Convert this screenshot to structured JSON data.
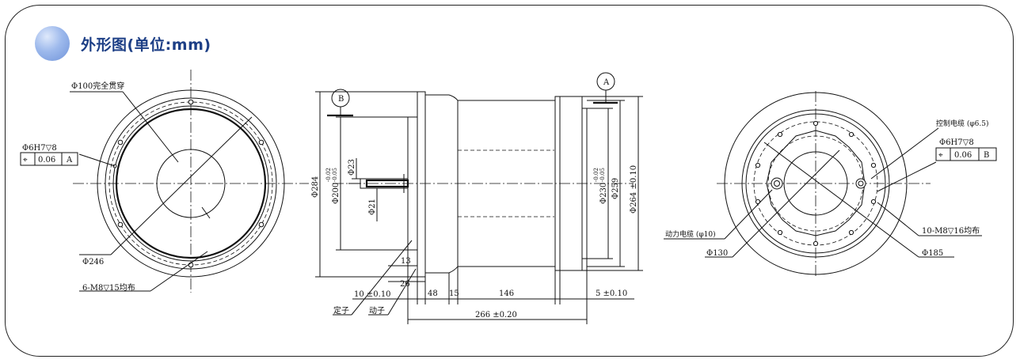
{
  "header": {
    "title": "外形图(单位:mm)",
    "bullet_icon": "blue-sphere-icon"
  },
  "colors": {
    "title": "#1d3f86",
    "bullet": "#7fa2e0",
    "line": "#111111"
  },
  "left_view": {
    "bore_note": "Φ100完全贯穿",
    "dowel_note": "Φ6H7▽8",
    "tolerance_symbol": "⌖",
    "tolerance_value": "0.06",
    "datum": "A",
    "pcd_label": "Φ246",
    "hole_note": "6-M8▽15均布"
  },
  "side_view": {
    "datum_b": "B",
    "datum_a": "A",
    "d_284": "Φ284",
    "d_200": "Φ200",
    "d_200_tol_upper": "-0.02",
    "d_200_tol_lower": "-0.05",
    "d_23": "Φ23",
    "d_21": "Φ21",
    "d_230": "Φ230",
    "d_230_tol_upper": "-0.02",
    "d_230_tol_lower": "-0.05",
    "d_259": "Φ259",
    "d_264": "Φ264 ±0.10",
    "len_13": "13",
    "len_26": "26",
    "len_10": "10 ±0.10",
    "len_48": "48",
    "len_15": "15",
    "len_146": "146",
    "len_5": "5 ±0.10",
    "len_266": "266 ±0.20",
    "stator_label": "定子",
    "rotor_label": "动子"
  },
  "right_view": {
    "control_cable": "控制电缆 (φ6.5)",
    "dowel_note": "Φ6H7▽8",
    "tolerance_symbol": "⌖",
    "tolerance_value": "0.06",
    "datum": "B",
    "power_cable": "动力电缆 (φ10)",
    "hole_note": "10-M8▽16均布",
    "pcd_130": "Φ130",
    "pcd_185": "Φ185"
  }
}
